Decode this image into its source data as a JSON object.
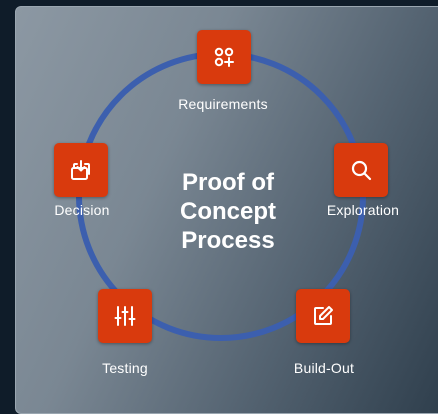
{
  "title_lines": [
    "Proof of",
    "Concept",
    "Process"
  ],
  "stages": [
    {
      "id": "requirements",
      "label": "Requirements",
      "icon": "apps-add-icon"
    },
    {
      "id": "exploration",
      "label": "Exploration",
      "icon": "search-icon"
    },
    {
      "id": "build-out",
      "label": "Build-Out",
      "icon": "edit-icon"
    },
    {
      "id": "testing",
      "label": "Testing",
      "icon": "sliders-icon"
    },
    {
      "id": "decision",
      "label": "Decision",
      "icon": "download-stack-icon"
    }
  ],
  "colors": {
    "ring": "#3c5fae",
    "tile": "#d93a0d",
    "background": "#0f1c29"
  }
}
